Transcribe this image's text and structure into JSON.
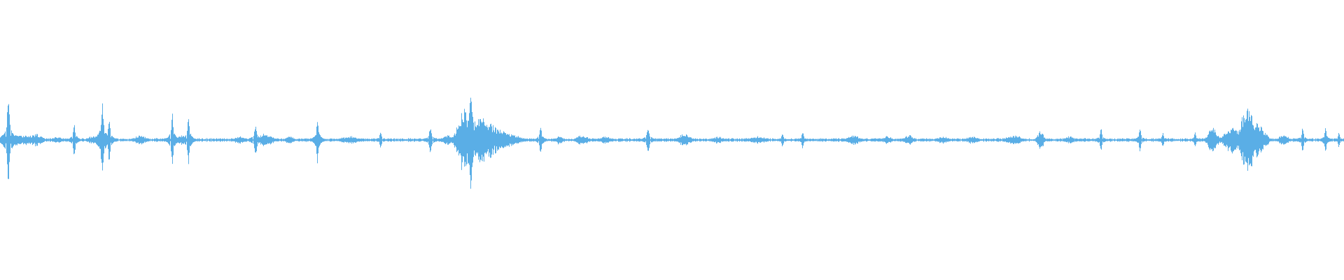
{
  "colors": {
    "background": "#ffffff",
    "waveform": "#5aaee6"
  },
  "waveform": {
    "amplitude_scale": 1.0,
    "baseline_level": 0.012,
    "events": [
      {
        "t": 0.006,
        "amp": 0.34,
        "width": 0.002,
        "kind": "transient"
      },
      {
        "t": 0.013,
        "amp": 0.05,
        "width": 0.004,
        "kind": "burst"
      },
      {
        "t": 0.02,
        "amp": 0.04,
        "width": 0.005,
        "kind": "burst"
      },
      {
        "t": 0.027,
        "amp": 0.05,
        "width": 0.004,
        "kind": "burst"
      },
      {
        "t": 0.042,
        "amp": 0.03,
        "width": 0.003,
        "kind": "burst"
      },
      {
        "t": 0.055,
        "amp": 0.14,
        "width": 0.0015,
        "kind": "transient"
      },
      {
        "t": 0.069,
        "amp": 0.03,
        "width": 0.004,
        "kind": "burst"
      },
      {
        "t": 0.076,
        "amp": 0.28,
        "width": 0.002,
        "kind": "transient"
      },
      {
        "t": 0.081,
        "amp": 0.18,
        "width": 0.0015,
        "kind": "transient"
      },
      {
        "t": 0.104,
        "amp": 0.04,
        "width": 0.004,
        "kind": "burst"
      },
      {
        "t": 0.128,
        "amp": 0.22,
        "width": 0.0015,
        "kind": "transient"
      },
      {
        "t": 0.135,
        "amp": 0.04,
        "width": 0.003,
        "kind": "burst"
      },
      {
        "t": 0.14,
        "amp": 0.2,
        "width": 0.0015,
        "kind": "transient"
      },
      {
        "t": 0.178,
        "amp": 0.03,
        "width": 0.004,
        "kind": "burst"
      },
      {
        "t": 0.19,
        "amp": 0.12,
        "width": 0.002,
        "kind": "transient"
      },
      {
        "t": 0.197,
        "amp": 0.05,
        "width": 0.005,
        "kind": "burst"
      },
      {
        "t": 0.215,
        "amp": 0.03,
        "width": 0.003,
        "kind": "burst"
      },
      {
        "t": 0.236,
        "amp": 0.18,
        "width": 0.0015,
        "kind": "transient"
      },
      {
        "t": 0.26,
        "amp": 0.03,
        "width": 0.006,
        "kind": "burst"
      },
      {
        "t": 0.283,
        "amp": 0.07,
        "width": 0.0015,
        "kind": "transient"
      },
      {
        "t": 0.32,
        "amp": 0.1,
        "width": 0.002,
        "kind": "transient"
      },
      {
        "t": 0.333,
        "amp": 0.04,
        "width": 0.004,
        "kind": "burst"
      },
      {
        "t": 0.345,
        "amp": 0.26,
        "width": 0.004,
        "kind": "burst"
      },
      {
        "t": 0.35,
        "amp": 0.36,
        "width": 0.003,
        "kind": "transient"
      },
      {
        "t": 0.358,
        "amp": 0.18,
        "width": 0.01,
        "kind": "burst"
      },
      {
        "t": 0.372,
        "amp": 0.08,
        "width": 0.01,
        "kind": "burst"
      },
      {
        "t": 0.402,
        "amp": 0.12,
        "width": 0.0015,
        "kind": "transient"
      },
      {
        "t": 0.416,
        "amp": 0.04,
        "width": 0.002,
        "kind": "burst"
      },
      {
        "t": 0.433,
        "amp": 0.04,
        "width": 0.004,
        "kind": "burst"
      },
      {
        "t": 0.45,
        "amp": 0.03,
        "width": 0.004,
        "kind": "burst"
      },
      {
        "t": 0.482,
        "amp": 0.1,
        "width": 0.002,
        "kind": "transient"
      },
      {
        "t": 0.509,
        "amp": 0.05,
        "width": 0.004,
        "kind": "burst"
      },
      {
        "t": 0.534,
        "amp": 0.03,
        "width": 0.003,
        "kind": "burst"
      },
      {
        "t": 0.563,
        "amp": 0.03,
        "width": 0.006,
        "kind": "burst"
      },
      {
        "t": 0.582,
        "amp": 0.06,
        "width": 0.0015,
        "kind": "transient"
      },
      {
        "t": 0.597,
        "amp": 0.07,
        "width": 0.0015,
        "kind": "transient"
      },
      {
        "t": 0.635,
        "amp": 0.04,
        "width": 0.004,
        "kind": "burst"
      },
      {
        "t": 0.66,
        "amp": 0.03,
        "width": 0.003,
        "kind": "burst"
      },
      {
        "t": 0.676,
        "amp": 0.04,
        "width": 0.003,
        "kind": "burst"
      },
      {
        "t": 0.701,
        "amp": 0.03,
        "width": 0.004,
        "kind": "burst"
      },
      {
        "t": 0.723,
        "amp": 0.03,
        "width": 0.004,
        "kind": "burst"
      },
      {
        "t": 0.754,
        "amp": 0.04,
        "width": 0.005,
        "kind": "burst"
      },
      {
        "t": 0.774,
        "amp": 0.08,
        "width": 0.002,
        "kind": "burst"
      },
      {
        "t": 0.796,
        "amp": 0.03,
        "width": 0.003,
        "kind": "burst"
      },
      {
        "t": 0.819,
        "amp": 0.1,
        "width": 0.0015,
        "kind": "transient"
      },
      {
        "t": 0.848,
        "amp": 0.1,
        "width": 0.0015,
        "kind": "transient"
      },
      {
        "t": 0.865,
        "amp": 0.06,
        "width": 0.0015,
        "kind": "transient"
      },
      {
        "t": 0.889,
        "amp": 0.06,
        "width": 0.0015,
        "kind": "transient"
      },
      {
        "t": 0.902,
        "amp": 0.1,
        "width": 0.003,
        "kind": "burst"
      },
      {
        "t": 0.917,
        "amp": 0.12,
        "width": 0.005,
        "kind": "burst"
      },
      {
        "t": 0.928,
        "amp": 0.3,
        "width": 0.004,
        "kind": "burst"
      },
      {
        "t": 0.935,
        "amp": 0.14,
        "width": 0.005,
        "kind": "burst"
      },
      {
        "t": 0.955,
        "amp": 0.05,
        "width": 0.003,
        "kind": "burst"
      },
      {
        "t": 0.969,
        "amp": 0.1,
        "width": 0.0015,
        "kind": "transient"
      },
      {
        "t": 0.986,
        "amp": 0.1,
        "width": 0.0015,
        "kind": "transient"
      },
      {
        "t": 0.996,
        "amp": 0.06,
        "width": 0.0015,
        "kind": "transient"
      }
    ]
  }
}
